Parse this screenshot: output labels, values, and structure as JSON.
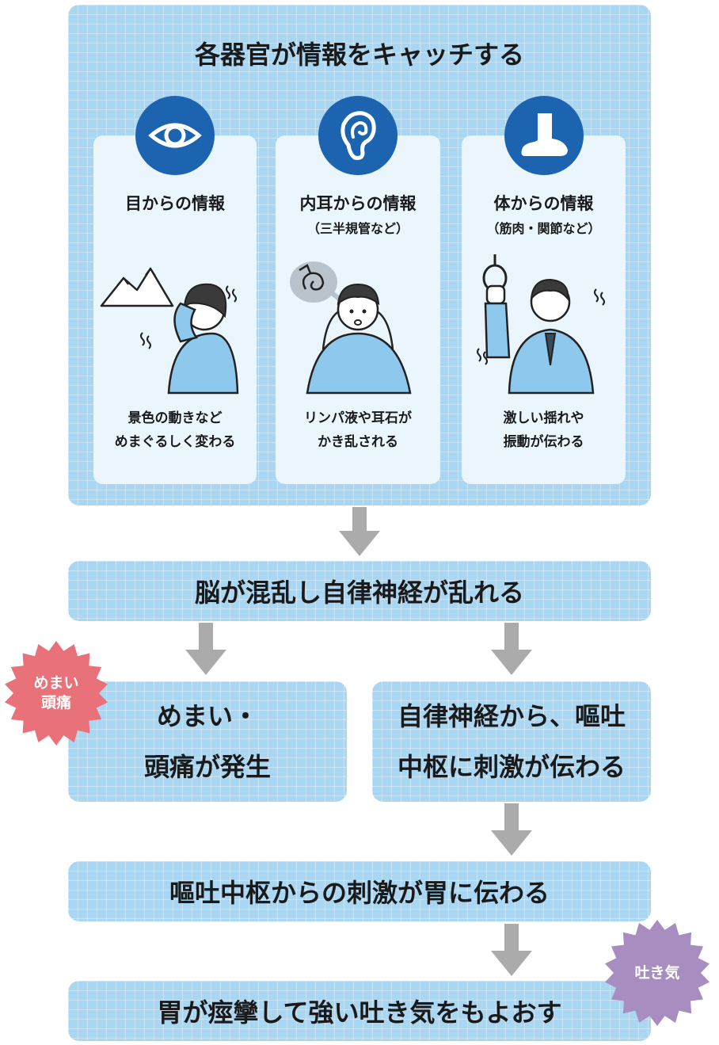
{
  "top_panel": {
    "title": "各器官が情報をキャッチする"
  },
  "cards": [
    {
      "title": "目からの情報",
      "sub": "",
      "desc1": "景色の動きなど",
      "desc2": "めまぐるしく変わる",
      "icon": "eye-icon"
    },
    {
      "title": "内耳からの情報",
      "sub": "（三半規管など）",
      "desc1": "リンパ液や耳石が",
      "desc2": "かき乱される",
      "icon": "ear-icon"
    },
    {
      "title": "体からの情報",
      "sub": "（筋肉・関節など）",
      "desc1": "激しい揺れや",
      "desc2": "振動が伝わる",
      "icon": "foot-icon"
    }
  ],
  "step_brain": "脳が混乱し自律神経が乱れる",
  "step_dizzy": {
    "line1": "めまい・",
    "line2": "頭痛が発生"
  },
  "step_nerve": {
    "line1": "自律神経から、嘔吐",
    "line2": "中枢に刺激が伝わる"
  },
  "step_stomach": "嘔吐中枢からの刺激が胃に伝わる",
  "step_final": "胃が痙攣して強い吐き気をもよおす",
  "badge_dizzy": {
    "line1": "めまい",
    "line2": "頭痛"
  },
  "badge_nausea": "吐き気",
  "colors": {
    "panel": "#a9d6f3",
    "card": "#eaf5fc",
    "icon_bg": "#1d64b0",
    "arrow": "#ababab",
    "badge_red": "#e8717a",
    "badge_purple": "#a78dc0",
    "figure": "#8ec8ec"
  }
}
